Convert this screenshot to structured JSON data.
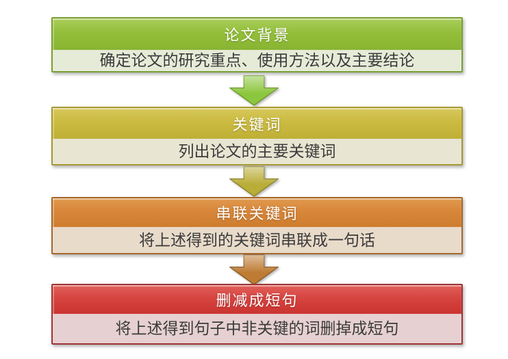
{
  "page": {
    "background": "#FFFFFF"
  },
  "palette": {
    "step1": {
      "header_top": "#AACD5A",
      "header": "#93BF3B",
      "border": "#799F33",
      "body": "#E6EBD8"
    },
    "step2": {
      "header_top": "#D6C85C",
      "header": "#CBBB41",
      "border": "#A59833",
      "body": "#E8E5D2"
    },
    "step3": {
      "header_top": "#E09A4E",
      "header": "#D8863A",
      "border": "#A4682A",
      "body": "#E9DBCA"
    },
    "step4": {
      "header_top": "#E1605B",
      "header": "#D64440",
      "border": "#9E3434",
      "body": "#E6D0D1"
    },
    "header_text": "#FFFFFF",
    "body_text": "#3B3B3B"
  },
  "diagram": {
    "type": "vertical-process-flowchart",
    "steps": [
      {
        "header": "论文背景",
        "body": "确定论文的研究重点、使用方法以及主要结论"
      },
      {
        "header": "关键词",
        "body": "列出论文的主要关键词"
      },
      {
        "header": "串联关键词",
        "body": "将上述得到的关键词串联成一句话"
      },
      {
        "header": "删减成短句",
        "body": "将上述得到句子中非关键的词删掉成短句"
      }
    ],
    "arrows": [
      {
        "icon": "arrow-down",
        "fill": "#8CC63E",
        "stroke": "#6E9B2B"
      },
      {
        "icon": "arrow-down",
        "fill": "#B9AC37",
        "stroke": "#8E842B"
      },
      {
        "icon": "arrow-down",
        "fill": "#BE7B33",
        "stroke": "#8E5B22"
      }
    ]
  }
}
